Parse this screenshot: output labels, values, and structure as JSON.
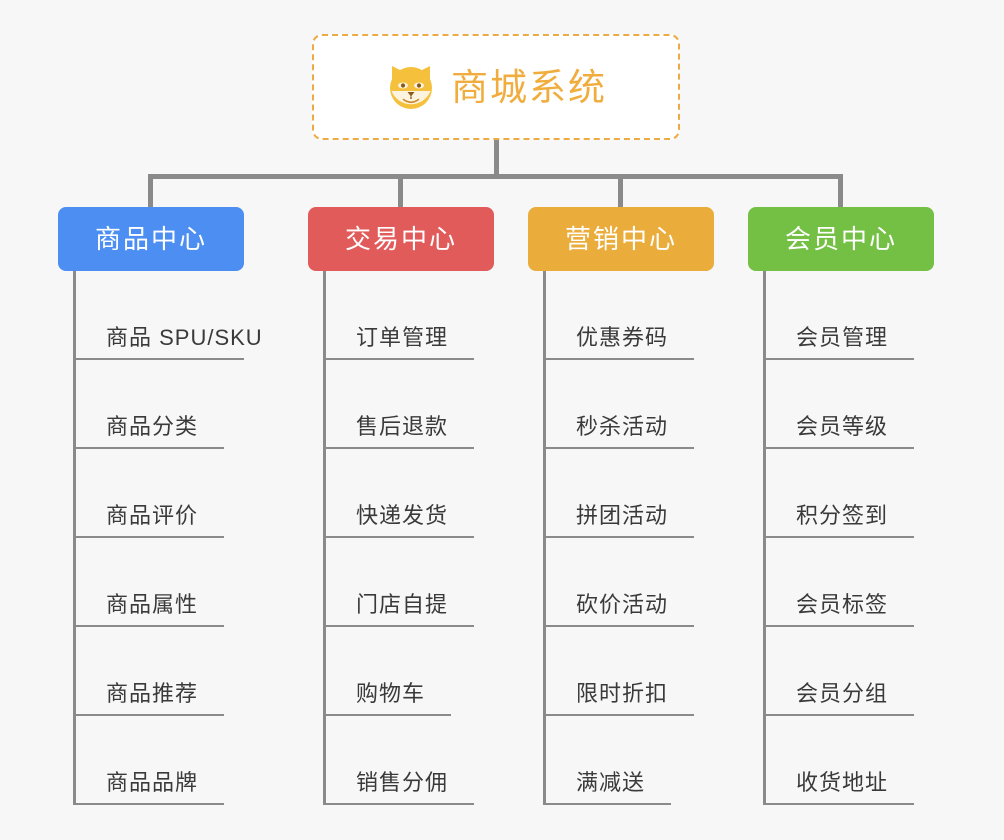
{
  "diagram": {
    "type": "mindmap",
    "background_color": "#f7f7f7",
    "root": {
      "title": "商城系统",
      "icon": "shiba-dog-emoji",
      "text_color": "#f0ad3e",
      "border_color": "#edab45",
      "background_color": "#ffffff"
    },
    "connector_color": "#8a8a8a",
    "branches": [
      {
        "label": "商品中心",
        "color": "#4d8ef2",
        "items": [
          "商品 SPU/SKU",
          "商品分类",
          "商品评价",
          "商品属性",
          "商品推荐",
          "商品品牌"
        ]
      },
      {
        "label": "交易中心",
        "color": "#e25b5b",
        "items": [
          "订单管理",
          "售后退款",
          "快递发货",
          "门店自提",
          "购物车",
          "销售分佣"
        ]
      },
      {
        "label": "营销中心",
        "color": "#eaac3a",
        "items": [
          "优惠券码",
          "秒杀活动",
          "拼团活动",
          "砍价活动",
          "限时折扣",
          "满减送"
        ]
      },
      {
        "label": "会员中心",
        "color": "#74c044",
        "items": [
          "会员管理",
          "会员等级",
          "积分签到",
          "会员标签",
          "会员分组",
          "收货地址"
        ]
      }
    ]
  }
}
